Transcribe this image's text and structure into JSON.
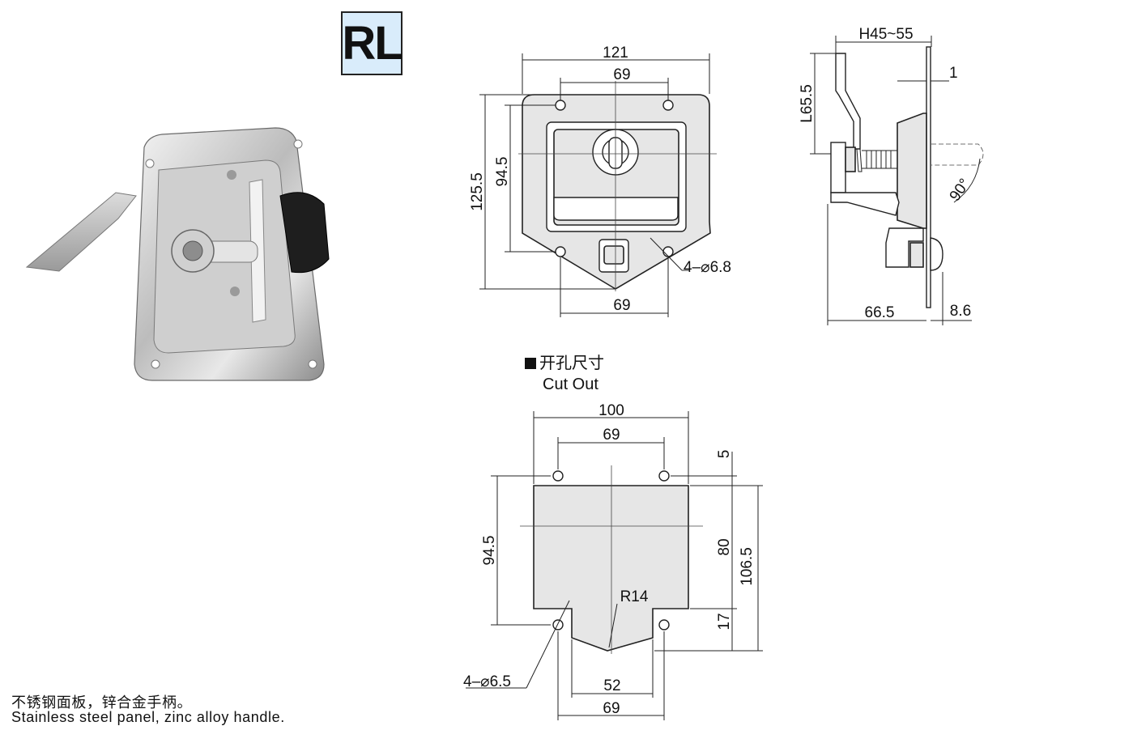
{
  "badge": {
    "text": "RL"
  },
  "caption": {
    "zh": "不锈钢面板，锌合金手柄。",
    "en": "Stainless steel panel, zinc alloy handle."
  },
  "cutout": {
    "title_zh": "开孔尺寸",
    "title_en": "Cut Out"
  },
  "front_view": {
    "width_overall": "121",
    "width_holes_top": "69",
    "width_holes_bottom": "69",
    "height_overall": "125.5",
    "height_holes": "94.5",
    "holes": "4–⌀6.8"
  },
  "side_view": {
    "grip_range": "H45~55",
    "handle_length": "L65.5",
    "panel_thickness": "1",
    "depth": "66.5",
    "flange": "8.6",
    "rotation": "90°"
  },
  "cutout_view": {
    "width_overall": "100",
    "width_holes_top": "69",
    "height_holes": "94.5",
    "top_offset": "5",
    "height_rect": "80",
    "height_total": "106.5",
    "bottom_offset": "17",
    "radius": "R14",
    "notch_width": "52",
    "width_holes_bottom": "69",
    "holes": "4–⌀6.5"
  }
}
